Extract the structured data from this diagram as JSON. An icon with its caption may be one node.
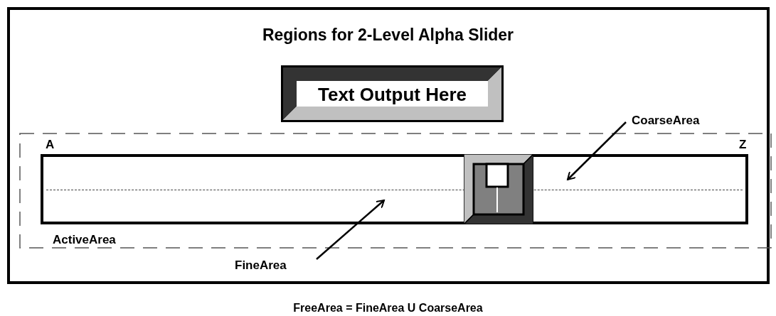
{
  "diagram": {
    "title": "Regions for 2-Level Alpha Slider",
    "caption": "FreeArea = FineArea U CoarseArea",
    "nodes": [
      {
        "text": [
          "Text Output Here"
        ]
      },
      {
        "text": [
          "ActiveArea"
        ]
      },
      {
        "text": [],
        "shape": "bar",
        "in": 1,
        "beside": [
          "A",
          "Z"
        ]
      },
      {
        "text": [
          "FineArea"
        ]
      },
      {
        "text": [
          "CoarseArea"
        ]
      }
    ],
    "edges": [
      {
        "from": 3,
        "to": 2,
        "arrow": "to"
      },
      {
        "from": 4,
        "to": 2,
        "arrow": "to"
      }
    ]
  }
}
